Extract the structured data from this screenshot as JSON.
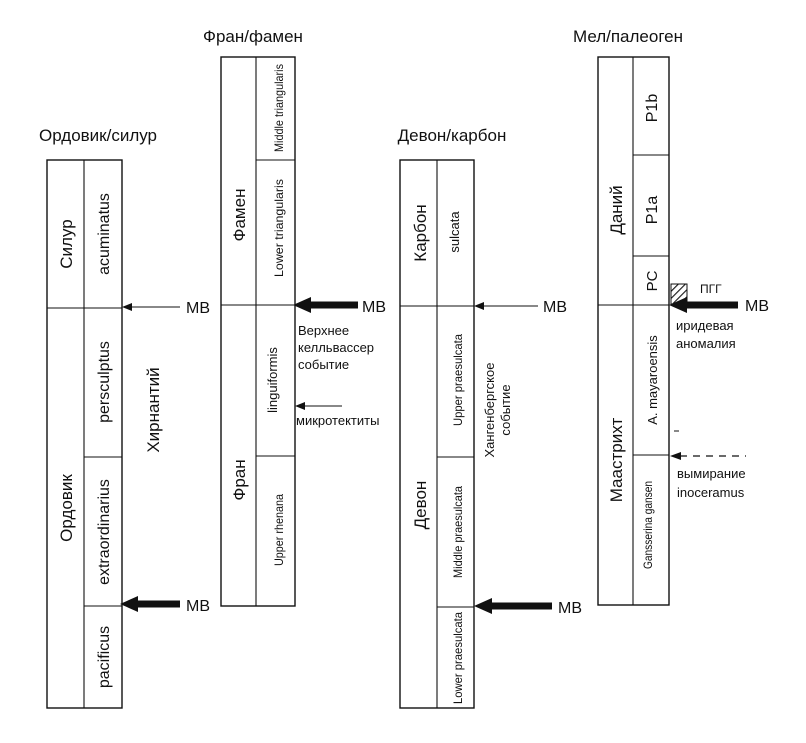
{
  "sections": {
    "ord_sil": {
      "title": "Ордовик/силур",
      "periods": [
        "Силур",
        "Ордовик"
      ],
      "zones": [
        "acuminatus",
        "persculptus",
        "extraordinarius",
        "pacificus"
      ],
      "side_label": "Хирнантий",
      "mb_labels": [
        "МВ",
        "МВ"
      ]
    },
    "fran_famen": {
      "title": "Фран/фамен",
      "stages": [
        "Фамен",
        "Фран"
      ],
      "zones": [
        "Middle triangularis",
        "Lower triangularis",
        "linguiformis",
        "Upper rhenana"
      ],
      "mb_label": "МВ",
      "event_label": [
        "Верхнее",
        "келльвассер",
        "событие"
      ],
      "microtektites": "микротектиты"
    },
    "dev_carb": {
      "title": "Девон/карбон",
      "periods": [
        "Карбон",
        "Девон"
      ],
      "zones": [
        "sulcata",
        "Upper praesulcata",
        "Middle praesulcata",
        "Lower praesulcata"
      ],
      "event_label": [
        "Хангенбергское",
        "событие"
      ],
      "mb_labels": [
        "МВ",
        "МВ"
      ]
    },
    "mel_paleo": {
      "title": "Мел/палеоген",
      "stages": [
        "Даний",
        "Маастрихт"
      ],
      "zones": [
        "P1b",
        "P1a",
        "PC",
        "A. mayaroensis",
        "Gansserina gansen"
      ],
      "pgg": "ПГГ",
      "mb_label": "МВ",
      "iridium": [
        "иридевая",
        "аномалия"
      ],
      "extinction": [
        "вымирание",
        "inoceramus"
      ]
    }
  }
}
